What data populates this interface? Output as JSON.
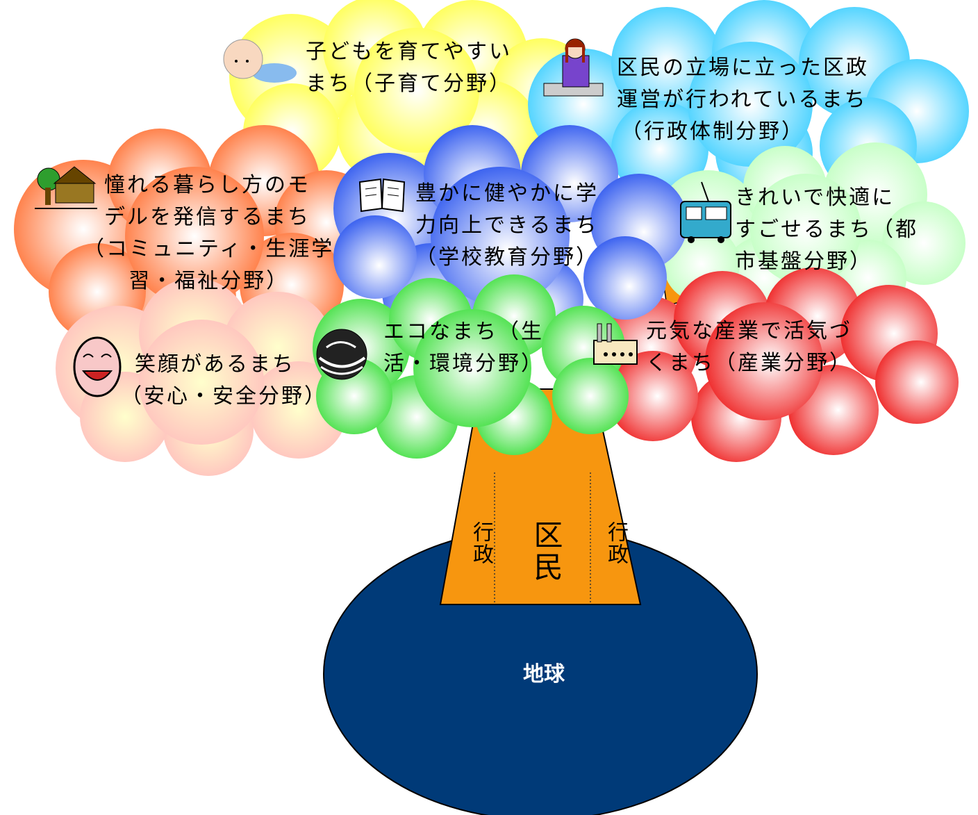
{
  "colors": {
    "trunk": "#F7960F",
    "earth": "#003A78",
    "cloud_yellow": "#FFFF40",
    "cloud_sky": "#33CCFF",
    "cloud_orange": "#FF6A2A",
    "cloud_blue": "#4066F0",
    "cloud_lightgreen": "#CCFFCC",
    "cloud_pink": "#FFBDBD",
    "cloud_green": "#33DD33",
    "cloud_red": "#EE1C1C"
  },
  "trunk": {
    "left": "行政",
    "center": "区民",
    "right": "行政"
  },
  "earth_label": "地球",
  "clouds": {
    "kosodate": {
      "icon": "baby-icon",
      "lines": [
        "子どもを育てやすい",
        "まち（子育て分野）"
      ]
    },
    "gyosei": {
      "icon": "office-worker-icon",
      "lines": [
        "区民の立場に立った区政",
        "運営が行われているまち",
        "（行政体制分野）"
      ]
    },
    "community": {
      "icon": "house-icon",
      "lines": [
        "憧れる暮らし方のモ",
        "デルを発信するまち",
        "（コミュニティ・生涯学",
        "習・福祉分野）"
      ]
    },
    "gakko": {
      "icon": "book-icon",
      "lines": [
        "豊かに健やかに学",
        "力向上できるまち",
        "（学校教育分野）"
      ]
    },
    "toshi": {
      "icon": "tram-icon",
      "lines": [
        "きれいで快適に",
        "すごせるまち（都",
        "市基盤分野）"
      ]
    },
    "anzen": {
      "icon": "smiley-icon",
      "lines": [
        "笑顔があるまち",
        "（安心・安全分野）"
      ]
    },
    "eco": {
      "icon": "globe-hands-icon",
      "lines": [
        "エコなまち（生",
        "活・環境分野）"
      ]
    },
    "sangyo": {
      "icon": "factory-icon",
      "lines": [
        "元気な産業で活気づ",
        "くまち（産業分野）"
      ]
    }
  }
}
